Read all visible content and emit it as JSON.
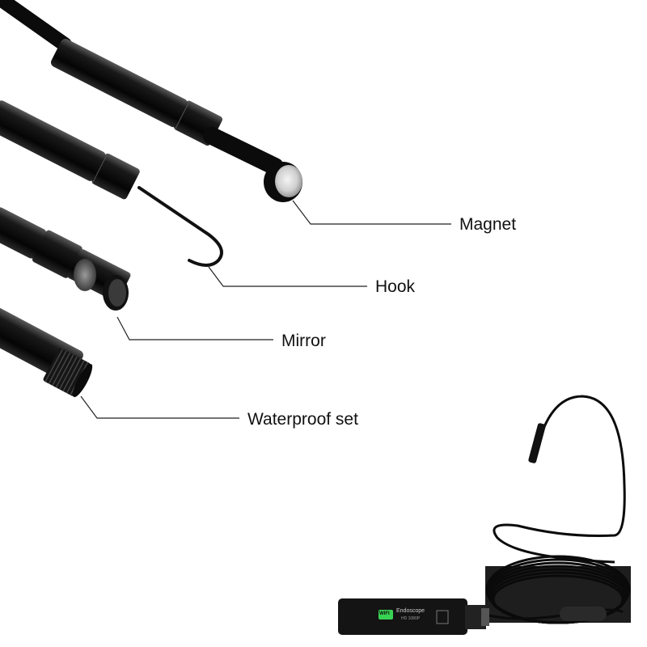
{
  "callouts": [
    {
      "id": "magnet",
      "label": "Magnet"
    },
    {
      "id": "hook",
      "label": "Hook"
    },
    {
      "id": "mirror",
      "label": "Mirror"
    },
    {
      "id": "waterproof",
      "label": "Waterproof set"
    }
  ],
  "device": {
    "dongle_badge": "WIFI",
    "dongle_title": "Endoscope",
    "dongle_subtitle": "HD 1080P"
  },
  "colors": {
    "body": "#0b0b0b",
    "highlight": "#6a6a6a",
    "leader": "#222222",
    "text": "#111111",
    "badge_green": "#39d353"
  },
  "icons": {
    "magnet_tip": "magnet-tip-icon",
    "hook_tip": "hook-tip-icon",
    "mirror_tip": "mirror-tip-icon",
    "waterproof_cap": "waterproof-cap-icon"
  }
}
